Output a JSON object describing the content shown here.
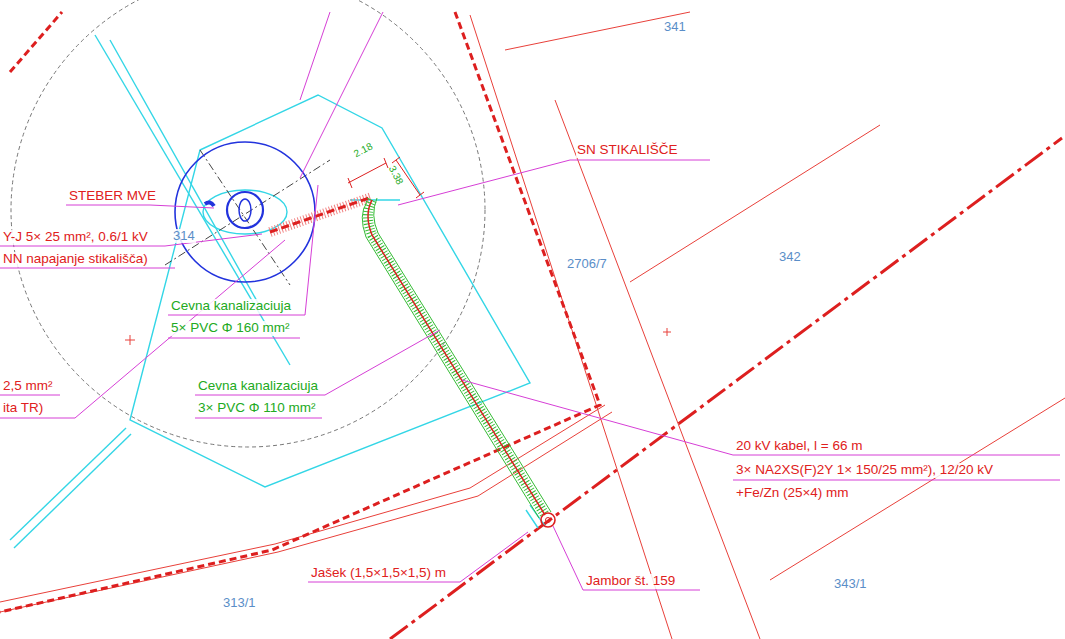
{
  "diagram": {
    "labels": [
      "341",
      "342",
      "2706/7",
      "314",
      "343/1",
      "313/1",
      "STEBER MVE",
      "SN STIKALIŠČE",
      "2.18",
      "3.38",
      "Y-J 5× 25 mm², 0.6/1 kV",
      "NN napajanje stikališča)",
      "Cevna kanalizaciuja",
      "5× PVC Φ 160 mm²",
      "Cevna kanalizaciuja",
      "3× PVC Φ 110 mm²",
      "2,5 mm²",
      "ita TR)",
      "20 kV kabel, l = 66 m",
      "3× NA2XS(F)2Y 1× 150/25 mm²), 12/20 kV",
      "+Fe/Zn (25×4) mm",
      "Jašek (1,5×1,5×1,5) m",
      "Jambor št. 159"
    ]
  }
}
